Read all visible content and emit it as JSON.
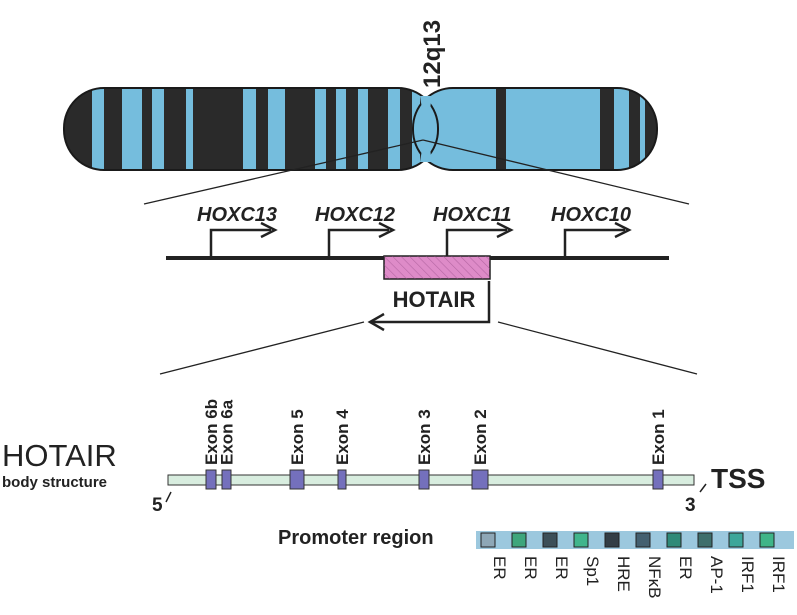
{
  "chromosome": {
    "band_label": "12q13",
    "arm_color": "#75BDDD",
    "band_color": "#2A2A2A"
  },
  "genes": {
    "names": [
      "HOXC13",
      "HOXC12",
      "HOXC11",
      "HOXC10"
    ],
    "lncrna_label": "HOTAIR",
    "lncrna_color": "#DE8BC8"
  },
  "structure": {
    "title": "HOTAIR",
    "subtitle": "body structure",
    "five_prime": "5",
    "three_prime": "3",
    "tss": "TSS",
    "exons": [
      "Exon 6b",
      "Exon 6a",
      "Exon 5",
      "Exon 4",
      "Exon 3",
      "Exon 2",
      "Exon 1"
    ],
    "body_color": "#D8EDDF",
    "exon_color": "#7470BC"
  },
  "promoter": {
    "label": "Promoter region",
    "bar_color": "#9CC8DE",
    "elements": [
      {
        "name": "ER",
        "color": "#8EA7B6"
      },
      {
        "name": "ER",
        "color": "#3EA67C"
      },
      {
        "name": "ER",
        "color": "#3C4F58"
      },
      {
        "name": "Sp1",
        "color": "#40B58C"
      },
      {
        "name": "HRE",
        "color": "#333E45"
      },
      {
        "name": "NFκB",
        "color": "#436070"
      },
      {
        "name": "ER",
        "color": "#2E8A78"
      },
      {
        "name": "AP-1",
        "color": "#3E6F6C"
      },
      {
        "name": "IRF1",
        "color": "#3DA69A"
      },
      {
        "name": "IRF1",
        "color": "#3FB588"
      }
    ]
  }
}
